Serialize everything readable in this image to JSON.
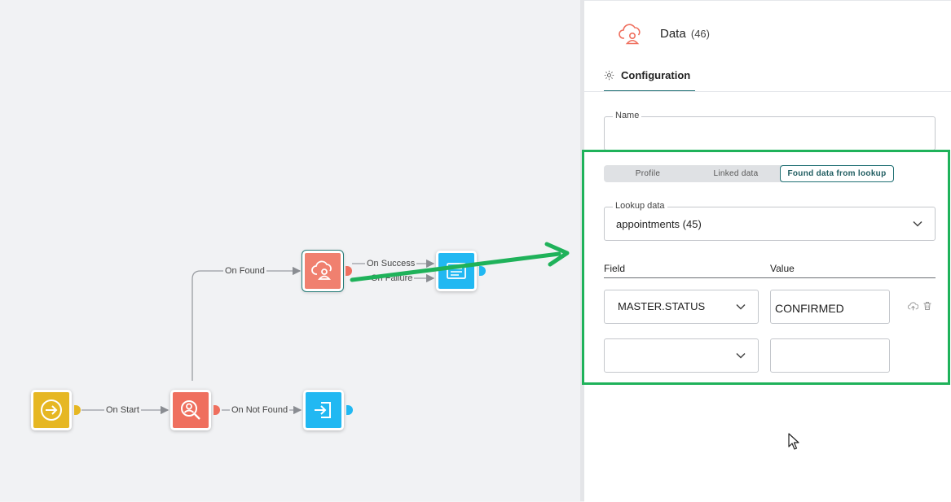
{
  "flow": {
    "edges": {
      "on_start": "On Start",
      "on_found": "On Found",
      "on_not_found": "On Not Found",
      "on_success": "On Success",
      "on_failure": "On Failure"
    },
    "nodes": [
      {
        "name": "start",
        "icon": "arrow-circle-icon",
        "color": "#e6b723"
      },
      {
        "name": "lookup",
        "icon": "person-search-icon",
        "color": "#ef6f5e"
      },
      {
        "name": "data",
        "icon": "cloud-user-icon",
        "color": "#f0806f"
      },
      {
        "name": "not-found-exit",
        "icon": "enter-icon",
        "color": "#21b8f2"
      },
      {
        "name": "success-action",
        "icon": "list-icon",
        "color": "#21b8f2"
      }
    ]
  },
  "panel": {
    "title": "Data",
    "count": "(46)",
    "icon": "cloud-user-icon",
    "tab": "Configuration",
    "name_label": "Name",
    "name_value": "",
    "segments": [
      "Profile",
      "Linked data",
      "Found data from lookup"
    ],
    "active_segment": "Found data from lookup",
    "lookup_label": "Lookup data",
    "lookup_value": "appointments (45)",
    "field_header": "Field",
    "value_header": "Value",
    "rows": [
      {
        "field": "MASTER.STATUS",
        "value": "CONFIRMED"
      },
      {
        "field": "",
        "value": ""
      }
    ]
  },
  "colors": {
    "accent": "#1f6f73",
    "highlight": "#1fb25a",
    "coral": "#ef6f5e",
    "blue": "#21b8f2",
    "yellow": "#e6b723"
  }
}
